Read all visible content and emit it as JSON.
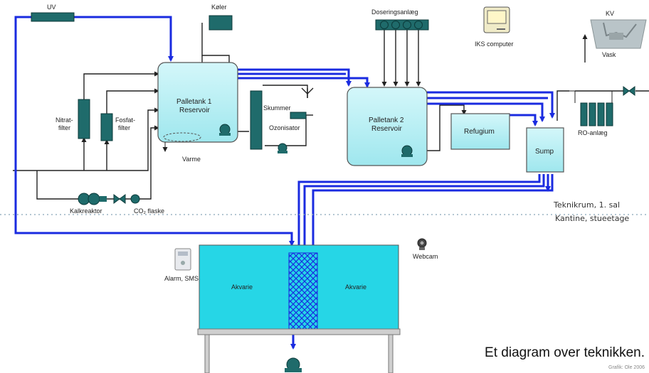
{
  "diagram": {
    "labels": {
      "uv": "UV",
      "koler": "Køler",
      "doseringsanlaeg": "Doseringsanlæg",
      "iks_computer": "IKS computer",
      "kv": "KV",
      "vask": "Vask",
      "nitrat_1": "Nitrat-",
      "nitrat_2": "filter",
      "fosfat_1": "Fosfat-",
      "fosfat_2": "filter",
      "palletank1_1": "Palletank 1",
      "palletank1_2": "Reservoir",
      "varme": "Varme",
      "skummer": "Skummer",
      "ozonisator": "Ozonisator",
      "palletank2_1": "Palletank 2",
      "palletank2_2": "Reservoir",
      "refugium": "Refugium",
      "sump": "Sump",
      "ro_anlaeg": "RO-anlæg",
      "kalkreaktor": "Kalkreaktor",
      "co2_flaske": "CO₂ flaske",
      "teknikrum": "Teknikrum, 1. sal",
      "kantine": "Kantine, stueetage",
      "webcam": "Webcam",
      "alarm": "Alarm, SMS",
      "akvarie_left": "Akvarie",
      "akvarie_right": "Akvarie"
    },
    "colors": {
      "water_tank": "#b8f0f4",
      "aquarium": "#26d6e6",
      "component": "#1f6b6b",
      "flow_blue": "#1a2be0",
      "line_black": "#222222"
    }
  },
  "caption": "Et diagram over teknikken.",
  "credit": "Grafik: Ole 2006"
}
